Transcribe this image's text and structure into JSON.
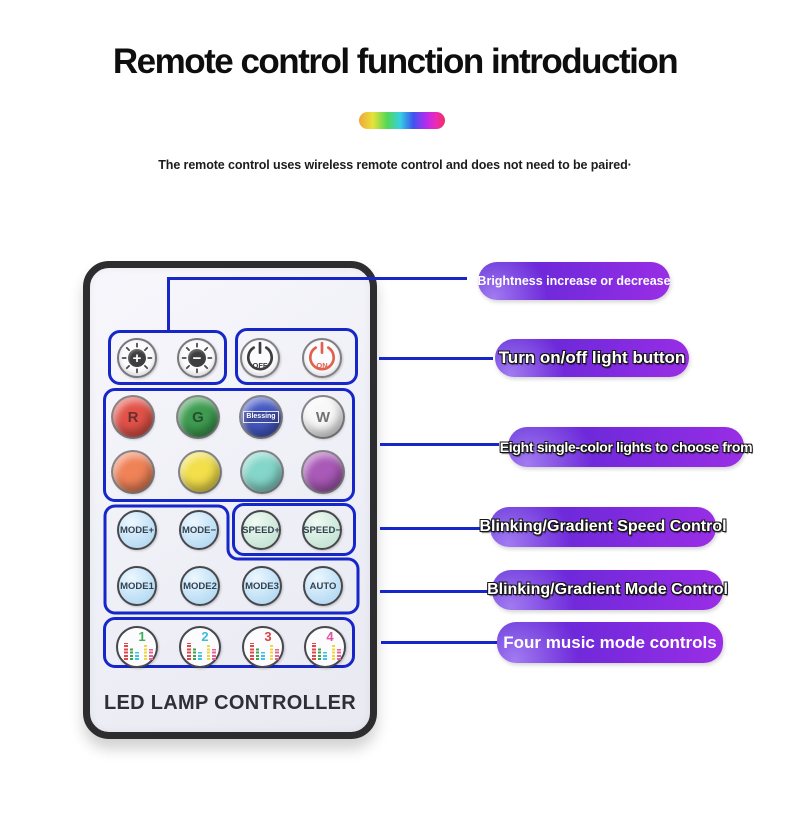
{
  "header": {
    "title": "Remote control function introduction",
    "subtitle": "The remote control uses wireless remote control and does not need to be paired·"
  },
  "remote": {
    "brand": "LED LAMP CONTROLLER",
    "watermark": "Blessing",
    "brightness_buttons": [
      {
        "glyph": "+"
      },
      {
        "glyph": "−"
      }
    ],
    "power_buttons": [
      {
        "label": "OFF",
        "color": "#3d3d40"
      },
      {
        "label": "ON",
        "color": "#e2614d"
      }
    ],
    "color_buttons": [
      {
        "label": "R",
        "color": "#e25248"
      },
      {
        "label": "G",
        "color": "#3e9c50"
      },
      {
        "label": "",
        "color": "#4458c4"
      },
      {
        "label": "W",
        "color": "#f8f8f8"
      },
      {
        "label": "",
        "color": "#f08257"
      },
      {
        "label": "",
        "color": "#f2df4a"
      },
      {
        "label": "",
        "color": "#84d6ca"
      },
      {
        "label": "",
        "color": "#a959b7"
      }
    ],
    "function_buttons": [
      {
        "label": "MODE+"
      },
      {
        "label": "MODE−"
      },
      {
        "label": "SPEED+"
      },
      {
        "label": "SPEED−"
      },
      {
        "label": "MODE1"
      },
      {
        "label": "MODE2"
      },
      {
        "label": "MODE3"
      },
      {
        "label": "AUTO"
      }
    ],
    "music_buttons": [
      {
        "number": "1",
        "color": "#3fae58"
      },
      {
        "number": "2",
        "color": "#3fbcd8"
      },
      {
        "number": "3",
        "color": "#d84545"
      },
      {
        "number": "4",
        "color": "#e0569c"
      }
    ]
  },
  "callouts": [
    {
      "label": "Brightness increase or decrease"
    },
    {
      "label": "Turn on/off light button"
    },
    {
      "label": "Eight single-color lights to choose from"
    },
    {
      "label": "Blinking/Gradient Speed Control"
    },
    {
      "label": "Blinking/Gradient Mode Control"
    },
    {
      "label": "Four music mode controls"
    }
  ],
  "colors": {
    "connector_blue": "#1626c8",
    "group_outline_blue": "#1626c8",
    "callout_gradient_start": "#5a28d4",
    "callout_gradient_end": "#9a2ee6"
  }
}
